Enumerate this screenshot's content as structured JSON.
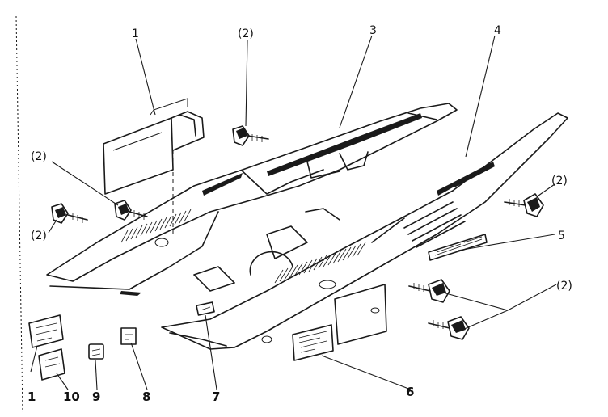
{
  "diagram": {
    "callouts": {
      "c1_top": "1",
      "c2_top": "(2)",
      "c3": "3",
      "c4": "4",
      "c2_left_upper": "(2)",
      "c2_left_lower": "(2)",
      "c2_right_upper": "(2)",
      "c5": "5",
      "c2_right_lower": "(2)",
      "c1_bottom": "1",
      "c10": "10",
      "c9": "9",
      "c8": "8",
      "c7": "7",
      "c6": "6"
    }
  }
}
